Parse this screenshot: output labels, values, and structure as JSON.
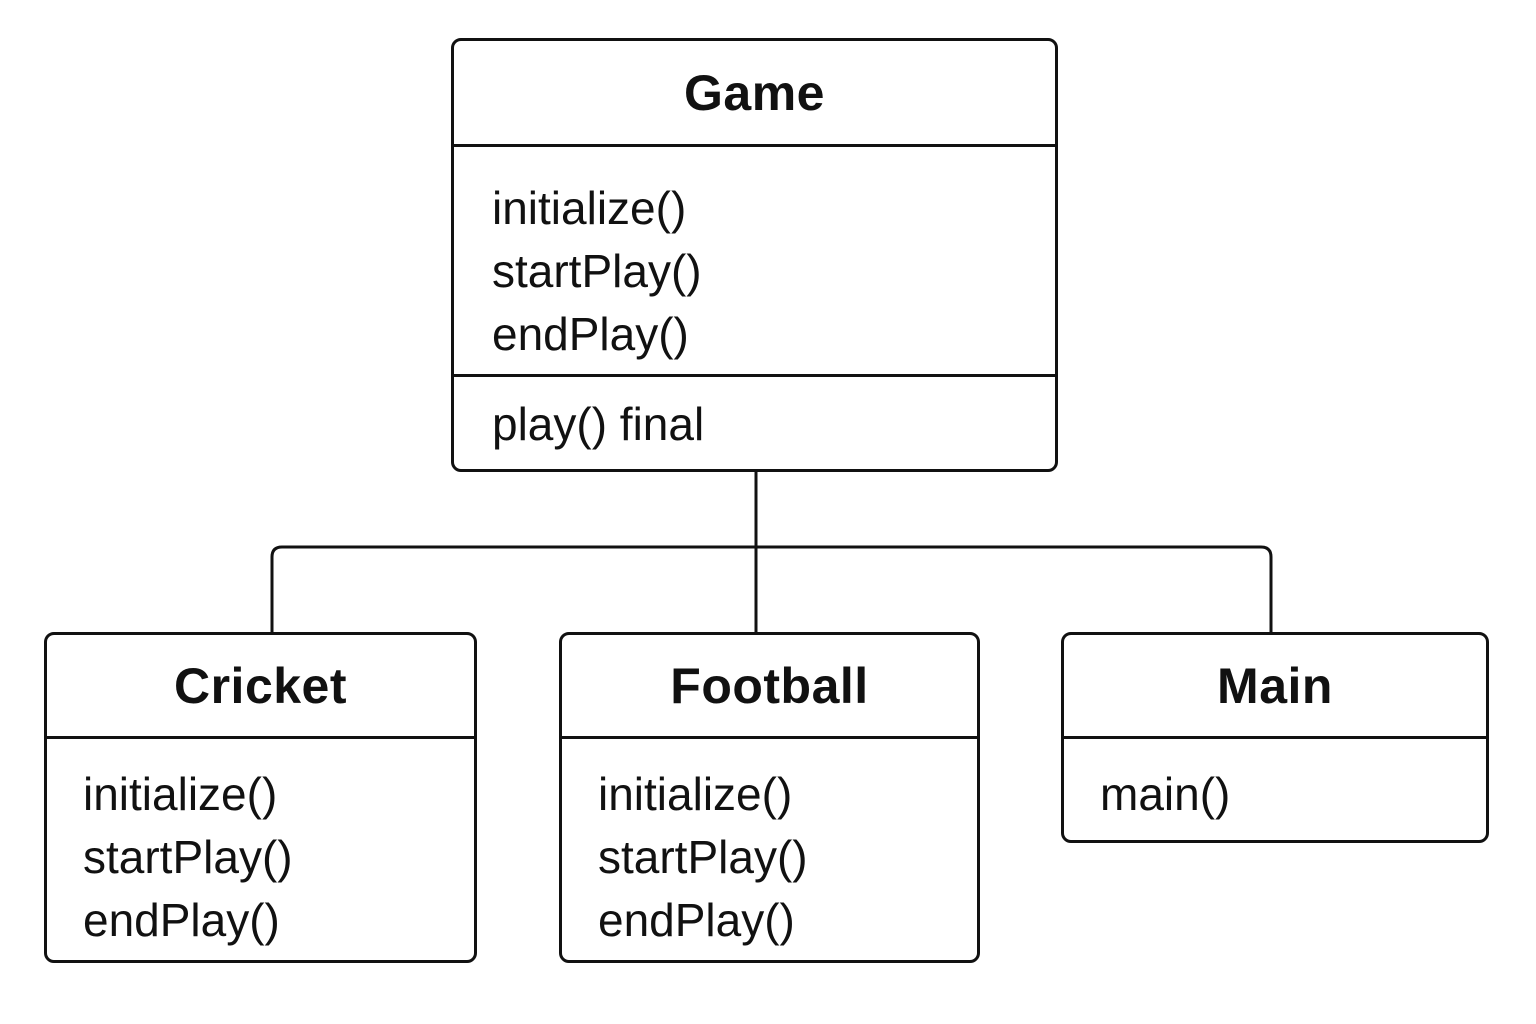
{
  "classes": {
    "game": {
      "name": "Game",
      "abstract_methods": [
        "initialize()",
        "startPlay()",
        "endPlay()"
      ],
      "final_methods": [
        "play() final"
      ]
    },
    "cricket": {
      "name": "Cricket",
      "methods": [
        "initialize()",
        "startPlay()",
        "endPlay()"
      ]
    },
    "football": {
      "name": "Football",
      "methods": [
        "initialize()",
        "startPlay()",
        "endPlay()"
      ]
    },
    "main": {
      "name": "Main",
      "methods": [
        "main()"
      ]
    }
  },
  "relationships": [
    {
      "from": "game",
      "to": "cricket",
      "type": "generalization"
    },
    {
      "from": "game",
      "to": "football",
      "type": "generalization"
    },
    {
      "from": "game",
      "to": "main",
      "type": "connection"
    }
  ],
  "colors": {
    "line": "#111111",
    "background": "#ffffff",
    "text": "#111111"
  }
}
